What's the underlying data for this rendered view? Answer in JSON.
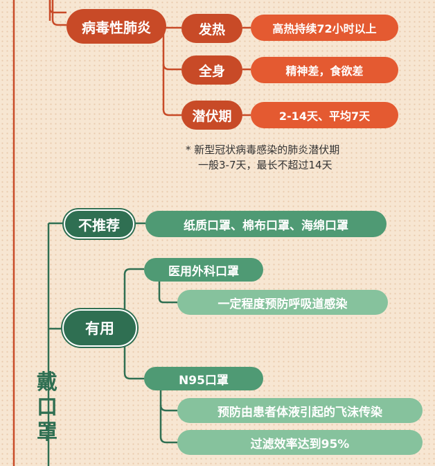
{
  "pneumonia": {
    "label": "病毒性肺炎",
    "items": [
      {
        "label": "发热",
        "detail": "高热持续72小时以上"
      },
      {
        "label": "全身",
        "detail": "精神差，食欲差"
      },
      {
        "label": "潜伏期",
        "detail": "2-14天、平均7天"
      }
    ],
    "note": [
      "* 新型冠状病毒感染的肺炎潜伏期",
      "一般3-7天，最长不超过14天"
    ]
  },
  "mask": {
    "title_chars": [
      "戴",
      "口",
      "罩"
    ],
    "not_recommended": {
      "label": "不推荐",
      "detail": "纸质口罩、棉布口罩、海绵口罩"
    },
    "useful": {
      "label": "有用",
      "types": [
        {
          "label": "医用外科口罩",
          "details": [
            "一定程度预防呼吸道感染"
          ]
        },
        {
          "label": "N95口罩",
          "details": [
            "预防由患者体液引起的飞沫传染",
            "过滤效率达到95%"
          ]
        }
      ]
    }
  },
  "colors": {
    "orange_dark": "#c84a27",
    "orange_light": "#e45a31",
    "green_dark": "#2f6f52",
    "green_mid": "#4f9a74",
    "green_light": "#86c29d"
  }
}
